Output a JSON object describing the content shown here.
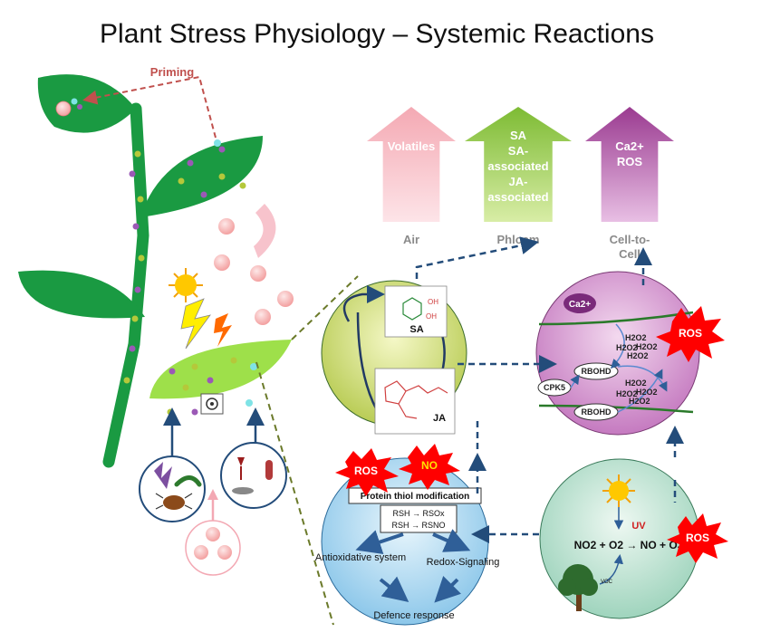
{
  "title": "Plant Stress Physiology – Systemic Reactions",
  "plant": {
    "priming_label": "Priming"
  },
  "arrows": [
    {
      "lines": [
        "Volatiles"
      ],
      "destination": "Air",
      "color": "#f6b6bf"
    },
    {
      "lines": [
        "SA",
        "SA-",
        "associated",
        "JA-",
        "associated"
      ],
      "destination": "Phloem",
      "color": "#86c23f"
    },
    {
      "lines": [
        "Ca2+",
        "ROS"
      ],
      "destination": "Cell-to-Cell",
      "color": "#a23f97"
    }
  ],
  "hormone_cell": {
    "sa_label": "SA",
    "ja_label": "JA"
  },
  "calcium_cell": {
    "ca_label": "Ca2+",
    "rbohd_top": "RBOHD",
    "rbohd_bottom": "RBOHD",
    "cpk5": "CPK5",
    "h2o2": "H2O2",
    "ros_badge": "ROS"
  },
  "thiol_cell": {
    "ros_badge": "ROS",
    "no_badge": "NO",
    "box_title": "Protein thiol modification",
    "line1": "RSH → RSOx",
    "line2": "RSH → RSNO",
    "antiox": "Antioxidative system",
    "redox": "Redox-Signaling",
    "defence": "Defence response"
  },
  "uv_cell": {
    "uv_label": "UV",
    "equation": "NO2 + O2 → NO + O3",
    "voc_label": "VOC",
    "ros_badge": "ROS"
  }
}
